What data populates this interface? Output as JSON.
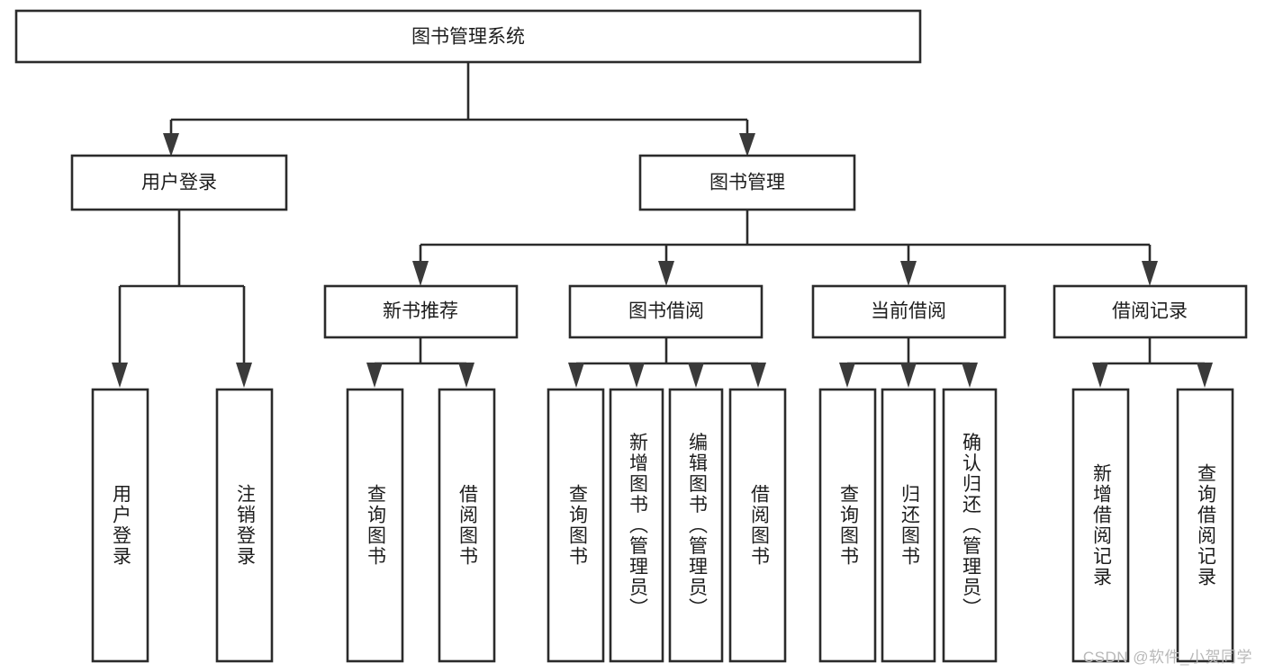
{
  "diagram": {
    "type": "tree-hierarchy",
    "title": "图书管理系统",
    "background_color": "#ffffff",
    "box_border_color": "#2b2b2b",
    "box_fill_color": "#ffffff",
    "connector_color": "#2b2b2b",
    "text_color": "#1d1d1d",
    "root": {
      "id": "root",
      "label": "图书管理系统",
      "orientation": "horizontal"
    },
    "level2": [
      {
        "id": "user-login",
        "label": "用户登录",
        "orientation": "horizontal"
      },
      {
        "id": "book-management",
        "label": "图书管理",
        "orientation": "horizontal"
      }
    ],
    "level3": [
      {
        "id": "new-book-recommend",
        "label": "新书推荐",
        "orientation": "horizontal",
        "parent": "book-management"
      },
      {
        "id": "book-borrow",
        "label": "图书借阅",
        "orientation": "horizontal",
        "parent": "book-management"
      },
      {
        "id": "current-borrow",
        "label": "当前借阅",
        "orientation": "horizontal",
        "parent": "book-management"
      },
      {
        "id": "borrow-record",
        "label": "借阅记录",
        "orientation": "horizontal",
        "parent": "book-management"
      }
    ],
    "leaves": [
      {
        "id": "leaf-user-login",
        "label": "用户登录",
        "orientation": "vertical",
        "parent": "user-login"
      },
      {
        "id": "leaf-logout",
        "label": "注销登录",
        "orientation": "vertical",
        "parent": "user-login"
      },
      {
        "id": "leaf-query-book-1",
        "label": "查询图书",
        "orientation": "vertical",
        "parent": "new-book-recommend"
      },
      {
        "id": "leaf-borrow-book-1",
        "label": "借阅图书",
        "orientation": "vertical",
        "parent": "new-book-recommend"
      },
      {
        "id": "leaf-query-book-2",
        "label": "查询图书",
        "orientation": "vertical",
        "parent": "book-borrow"
      },
      {
        "id": "leaf-add-book",
        "label": "新增图书（管理员）",
        "orientation": "vertical",
        "parent": "book-borrow"
      },
      {
        "id": "leaf-edit-book",
        "label": "编辑图书（管理员）",
        "orientation": "vertical",
        "parent": "book-borrow"
      },
      {
        "id": "leaf-borrow-book-2",
        "label": "借阅图书",
        "orientation": "vertical",
        "parent": "book-borrow"
      },
      {
        "id": "leaf-query-book-3",
        "label": "查询图书",
        "orientation": "vertical",
        "parent": "current-borrow"
      },
      {
        "id": "leaf-return-book",
        "label": "归还图书",
        "orientation": "vertical",
        "parent": "current-borrow"
      },
      {
        "id": "leaf-confirm-return",
        "label": "确认归还（管理员）",
        "orientation": "vertical",
        "parent": "current-borrow"
      },
      {
        "id": "leaf-add-record",
        "label": "新增借阅记录",
        "orientation": "vertical",
        "parent": "borrow-record"
      },
      {
        "id": "leaf-query-record",
        "label": "查询借阅记录",
        "orientation": "vertical",
        "parent": "borrow-record"
      }
    ]
  },
  "watermark": {
    "text": "CSDN @软件_小贺同学",
    "color": "#b8b8b8"
  }
}
